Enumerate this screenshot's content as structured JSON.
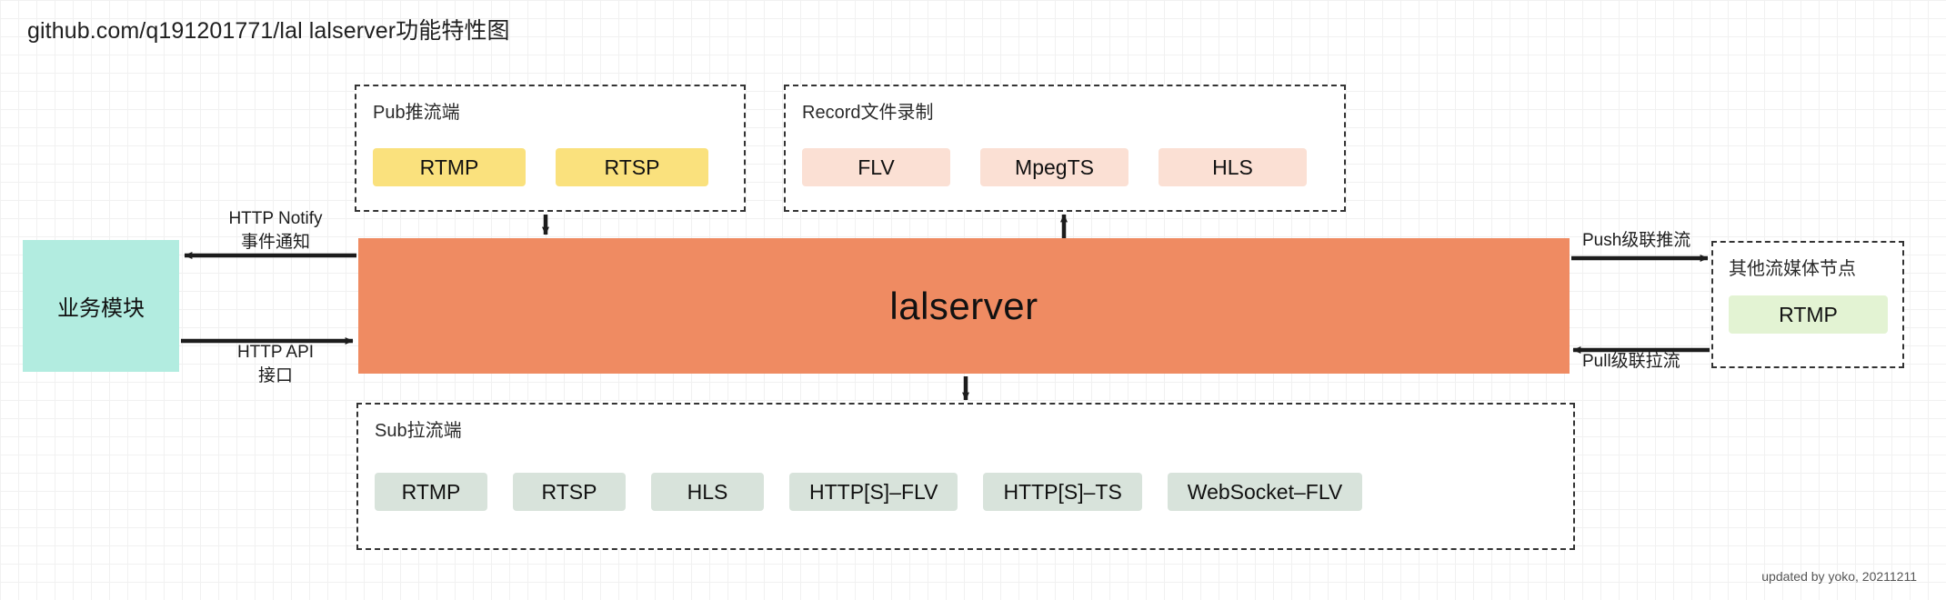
{
  "title": "github.com/q191201771/lal lalserver功能特性图",
  "core": {
    "label": "lalserver",
    "color": "#ef8b62"
  },
  "business_module": {
    "label": "业务模块",
    "color": "#b2ece0"
  },
  "pub_group": {
    "title": "Pub推流端",
    "chips": [
      "RTMP",
      "RTSP"
    ],
    "chip_color": "#fae17d"
  },
  "record_group": {
    "title": "Record文件录制",
    "chips": [
      "FLV",
      "MpegTS",
      "HLS"
    ],
    "chip_color": "#fbe0d4"
  },
  "sub_group": {
    "title": "Sub拉流端",
    "chips": [
      "RTMP",
      "RTSP",
      "HLS",
      "HTTP[S]–FLV",
      "HTTP[S]–TS",
      "WebSocket–FLV"
    ],
    "chip_color": "#d8e3db"
  },
  "peer_node": {
    "title": "其他流媒体节点",
    "chips": [
      "RTMP"
    ],
    "chip_color": "#e3f3d3"
  },
  "edges": {
    "http_notify": "HTTP Notify\n事件通知",
    "http_notify_line1": "HTTP Notify",
    "http_notify_line2": "事件通知",
    "http_api_line1": "HTTP API",
    "http_api_line2": "接口",
    "push_cascade": "Push级联推流",
    "pull_cascade": "Pull级联拉流"
  },
  "footer": "updated by yoko, 20211211"
}
